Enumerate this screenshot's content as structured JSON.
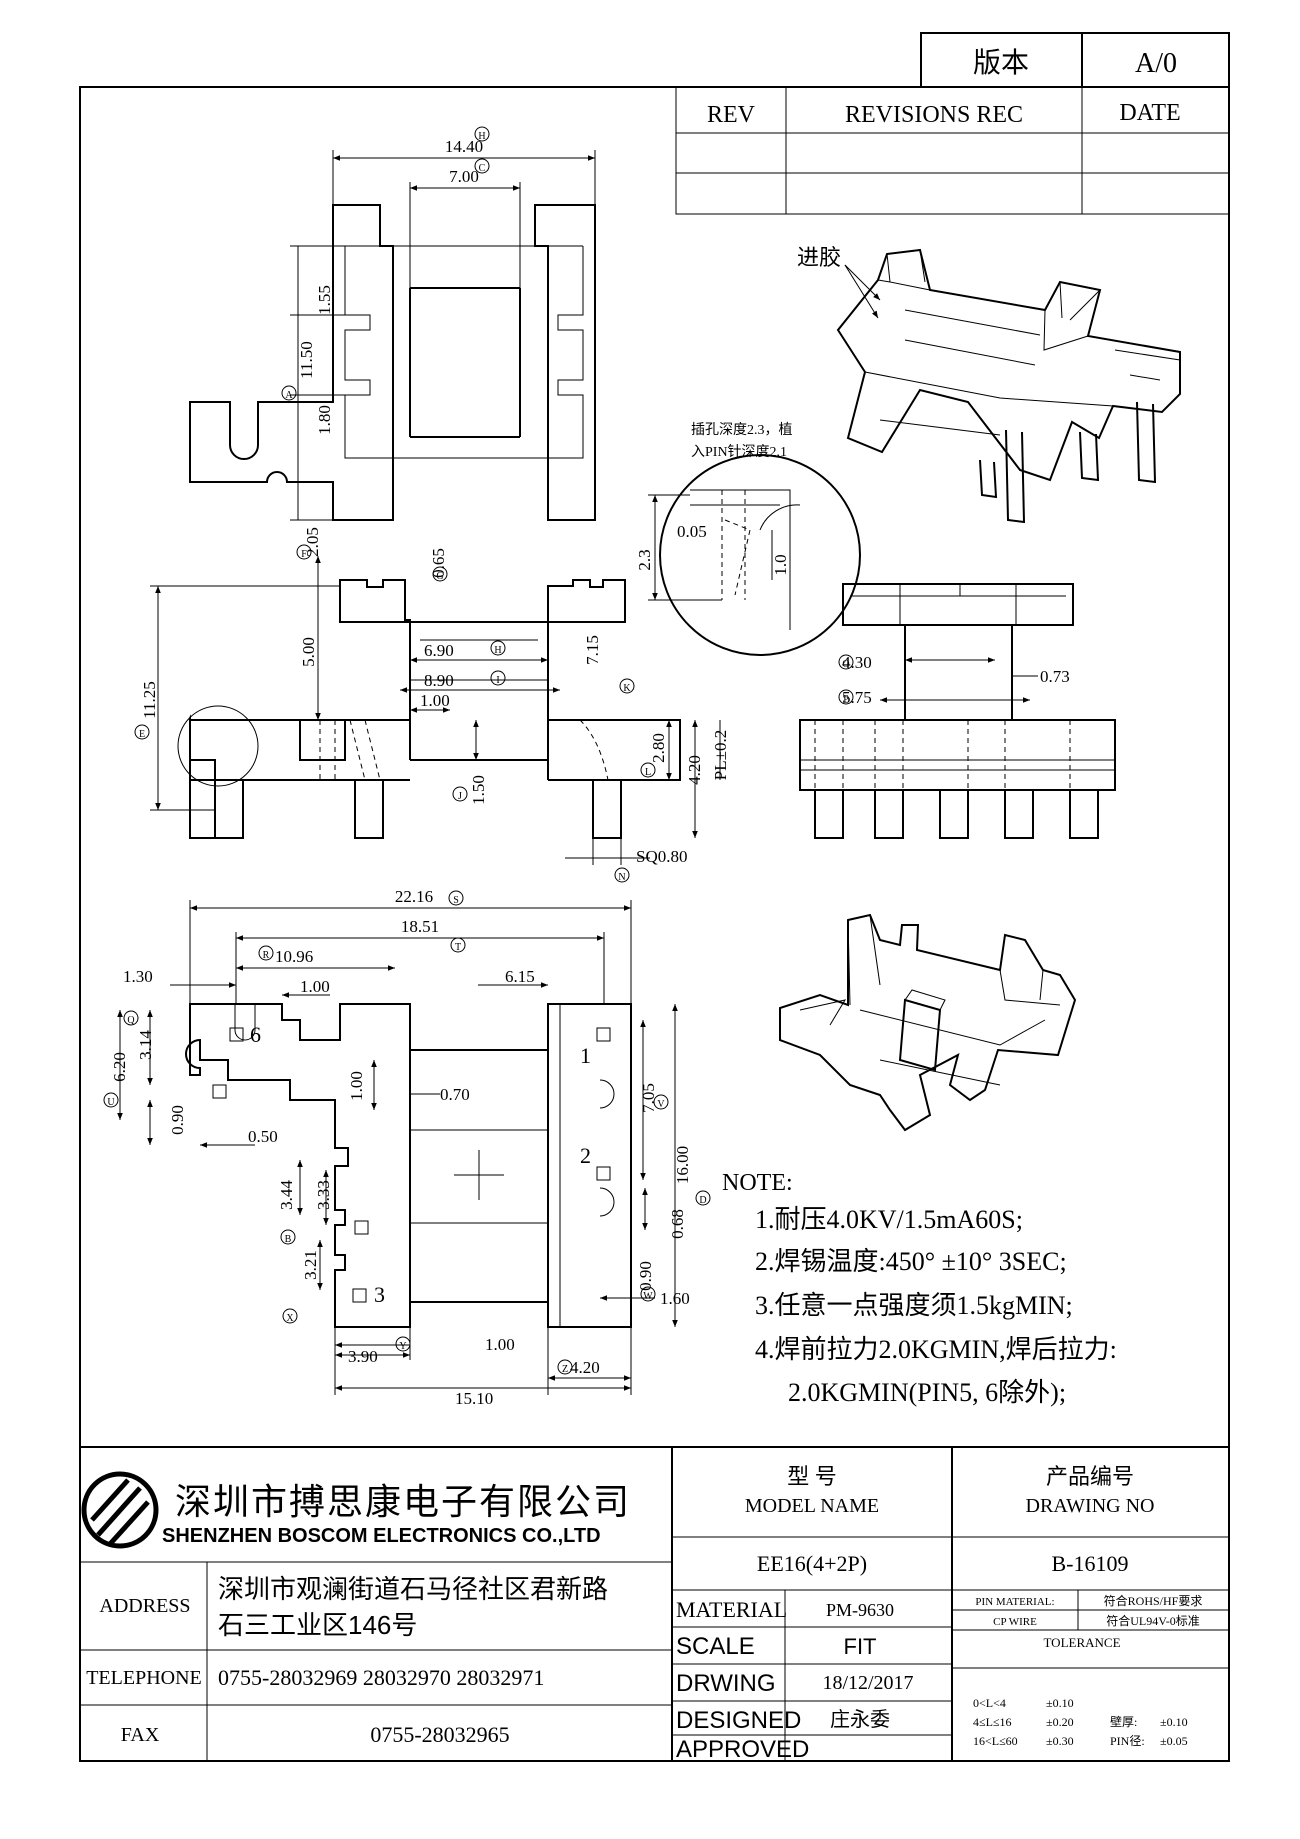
{
  "version": {
    "label": "版本",
    "value": "A/0"
  },
  "revisions": {
    "rev": "REV",
    "rec": "REVISIONS REC",
    "date": "DATE"
  },
  "top_view": {
    "dims": {
      "w14_40": "14.40",
      "w7_00": "7.00",
      "d1_55": "1.55",
      "d11_50": "11.50",
      "d1_80": "1.80"
    },
    "marks": {
      "h": "H",
      "c": "C",
      "a": "A"
    }
  },
  "iso_top": {
    "gate_label": "进胶"
  },
  "detail": {
    "note_line1": "插孔深度2.3，植",
    "note_line2": "入PIN针深度2.1",
    "dims": {
      "d0_05": "0.05",
      "d2_3": "2.3",
      "d1_0": "1.0"
    }
  },
  "front_view": {
    "dims": {
      "d2_05": "2.05",
      "d0_65": "0.65",
      "d11_25": "11.25",
      "d5_00": "5.00",
      "d6_90": "6.90",
      "d8_90": "8.90",
      "d7_15": "7.15",
      "d1_00": "1.00",
      "d2_80": "2.80",
      "d4_20": "4.20",
      "pl": "PL±0.2",
      "d1_50": "1.50",
      "sq": "SQ0.80"
    },
    "marks": {
      "f": "F",
      "g": "G",
      "h": "H",
      "i": "I",
      "k": "K",
      "e": "E",
      "l": "L",
      "j": "J",
      "n": "N"
    }
  },
  "side_view": {
    "dims": {
      "d4_30": "4.30",
      "d0_73": "0.73",
      "d5_75": "5.75"
    },
    "marks": {
      "o": "O",
      "p": "P"
    }
  },
  "bottom_view": {
    "dims": {
      "d22_16": "22.16",
      "d18_51": "18.51",
      "d10_96": "10.96",
      "d1_30": "1.30",
      "d1_00a": "1.00",
      "d6_15": "6.15",
      "d6_20": "6.20",
      "d3_14": "3.14",
      "d0_90a": "0.90",
      "d1_00b": "1.00",
      "d0_70": "0.70",
      "d7_05": "7.05",
      "d16_00": "16.00",
      "d0_50": "0.50",
      "d3_44": "3.44",
      "d3_33": "3.33",
      "d3_21": "3.21",
      "d0_68": "0.68",
      "d0_90b": "0.90",
      "d1_60": "1.60",
      "d1_00c": "1.00",
      "d3_90": "3.90",
      "d4_20": "4.20",
      "d15_10": "15.10"
    },
    "pins": {
      "p1": "1",
      "p2": "2",
      "p3": "3",
      "p6": "6"
    },
    "marks": {
      "s": "S",
      "t": "T",
      "r": "R",
      "q": "Q",
      "b": "B",
      "u": "U",
      "v": "V",
      "d": "D",
      "x": "X",
      "w": "W",
      "y": "Y",
      "z": "Z"
    }
  },
  "notes": {
    "title": "NOTE:",
    "n1": "1.耐压4.0KV/1.5mA60S;",
    "n2": "2.焊锡温度:450° ±10° 3SEC;",
    "n3": "3.任意一点强度须1.5kgMIN;",
    "n4": "4.焊前拉力2.0KGMIN,焊后拉力:",
    "n5": "2.0KGMIN(PIN5, 6除外);"
  },
  "title_block": {
    "company_cn": "深圳市搏思康电子有限公司",
    "company_en": "SHENZHEN BOSCOM ELECTRONICS CO.,LTD",
    "address_label": "ADDRESS",
    "address_line1": "深圳市观澜街道石马径社区君新路",
    "address_line2": "石三工业区146号",
    "telephone_label": "TELEPHONE",
    "telephone": "0755-28032969 28032970 28032971",
    "fax_label": "FAX",
    "fax": "0755-28032965",
    "model_cn": "型    号",
    "model_en": "MODEL NAME",
    "model_value": "EE16(4+2P)",
    "drawing_cn": "产品编号",
    "drawing_en": "DRAWING NO",
    "drawing_value": "B-16109",
    "material_label": "MATERIAL",
    "material_value": "PM-9630",
    "scale_label": "SCALE",
    "scale_value": "FIT",
    "drwing_label": "DRWING",
    "drwing_value": "18/12/2017",
    "designed_label": "DESIGNED",
    "designed_value": "庄永委",
    "approved_label": "APPROVED",
    "pin_material_label": "PIN MATERIAL:",
    "pin_material_value": "符合ROHS/HF要求",
    "cp_wire_label": "CP WIRE",
    "cp_wire_value": "符合UL94V-0标准",
    "tolerance_label": "TOLERANCE",
    "tol1_range": "0<L<4",
    "tol1_value": "±0.10",
    "tol2_range": "4≤L≤16",
    "tol2_value": "±0.20",
    "tol3_range": "16<L≤60",
    "tol3_value": "±0.30",
    "wall_label": "壁厚:",
    "wall_value": "±0.10",
    "pin_dia_label": "PIN径:",
    "pin_dia_value": "±0.05"
  }
}
